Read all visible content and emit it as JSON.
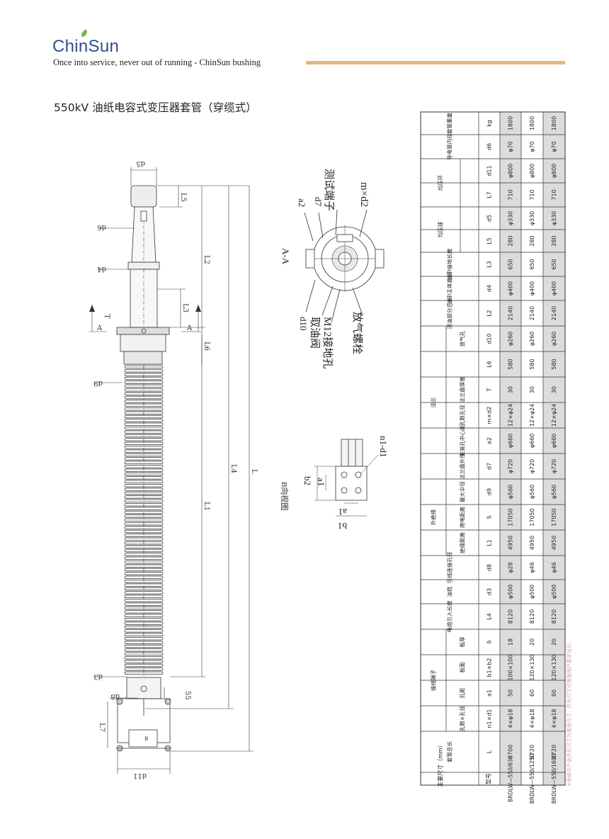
{
  "header": {
    "brand": "ChinSun",
    "tagline": "Once into service, never out of running - ChinSun bushing",
    "title": "550kV 油纸电容式变压器套管（穿缆式）"
  },
  "drawing": {
    "dims": {
      "d5": "d5",
      "d6": "d6",
      "d4": "d4",
      "d9": "d9",
      "d3": "d3",
      "d8": "d8",
      "d11": "d11",
      "L5": "L5",
      "L2": "L2",
      "L3": "L3",
      "L6": "L6",
      "L1": "L1",
      "L4": "L4",
      "L": "L",
      "L7": "L7",
      "T": "T",
      "A": "A",
      "n55": "55",
      "B": "B"
    },
    "section_label": "A-A",
    "section_callouts": {
      "a2": "a2",
      "d7": "d7",
      "test_terminal": "测试端子",
      "m_d2": "m×d2",
      "d10": "d10",
      "oil_valve": "取油阀",
      "m12": "M12接地孔",
      "vent": "放气螺栓"
    },
    "b_view": {
      "title": "B向视图",
      "n1d1": "n1-d1",
      "b2": "b2",
      "a1": "a1",
      "b1": "b1",
      "a1b": "a1"
    }
  },
  "table": {
    "col_main": "主要尺寸（mm）",
    "col_model": "型号",
    "groups": {
      "total_len": "套管总长",
      "terminal": "接线端子",
      "cable_len": "电缆引入长度",
      "oil_pillow": "油枕",
      "lead_hole": "引线连接孔径",
      "ext_insul": "外绝缘",
      "flange": "法兰",
      "immersed_len": "浸油部分总长",
      "oil_ground_dia": "油中主体直径",
      "oil_ground_len": "油中接地长度",
      "shield_ball": "均压球",
      "shield_ring": "均压环",
      "conductor_id": "导电管内径",
      "weight": "套管重量"
    },
    "sub": {
      "holes": "孔数×孔径",
      "hole_spacing": "孔距",
      "plate": "板面",
      "thickness": "板厚",
      "insul_dist": "绝缘距离",
      "creepage": "爬电距离",
      "max_shed": "最大伞径",
      "flange_od": "法兰盘外径",
      "mount_pcd": "安装孔中心距",
      "holes_dia": "孔数孔径",
      "flange_thk": "法兰盘厚度",
      "vent_hole": "放气孔"
    },
    "symbols": [
      "L",
      "n1×d1",
      "a1",
      "b1×b2",
      "δ",
      "L4",
      "d3",
      "d8",
      "L1",
      "S",
      "d9",
      "d7",
      "a2",
      "m×d2",
      "T",
      "L6",
      "d10",
      "L2",
      "d4",
      "L3",
      "L5",
      "d5",
      "L7",
      "d11",
      "d6",
      "kg"
    ],
    "rows": [
      {
        "model": "BRDLW—550/630",
        "cells": [
          "8700",
          "4×φ18",
          "50",
          "100×100",
          "18",
          "8120",
          "φ500",
          "φ28",
          "4950",
          "17050",
          "φ560",
          "φ720",
          "φ660",
          "12×φ24",
          "30",
          "580",
          "φ260",
          "2140",
          "φ400",
          "650",
          "280",
          "φ330",
          "710",
          "φ800",
          "φ70",
          "1800"
        ]
      },
      {
        "model": "BRDLW—550/1250",
        "cells": [
          "8720",
          "4×φ18",
          "60",
          "120×130",
          "20",
          "8120",
          "φ500",
          "φ46",
          "4950",
          "17050",
          "φ560",
          "φ720",
          "φ660",
          "12×φ24",
          "30",
          "580",
          "φ260",
          "2140",
          "φ400",
          "650",
          "280",
          "φ330",
          "710",
          "φ800",
          "φ70",
          "1800"
        ]
      },
      {
        "model": "BRDLW—550/1600",
        "cells": [
          "8720",
          "4×φ18",
          "60",
          "120×130",
          "20",
          "8120",
          "φ500",
          "φ46",
          "4950",
          "17050",
          "φ560",
          "φ720",
          "φ660",
          "12×φ24",
          "30",
          "580",
          "φ260",
          "2140",
          "φ400",
          "650",
          "280",
          "φ330",
          "710",
          "φ800",
          "φ70",
          "1800"
        ]
      }
    ],
    "footnote": "※表格中产品外形尺寸为推荐尺寸，所有尺寸可根据用户要求设计。"
  },
  "colors": {
    "brand": "#2f4f8a",
    "leaf": "#7ab648",
    "bar": "#e2b784",
    "rowshade": "#dcdcdc"
  }
}
